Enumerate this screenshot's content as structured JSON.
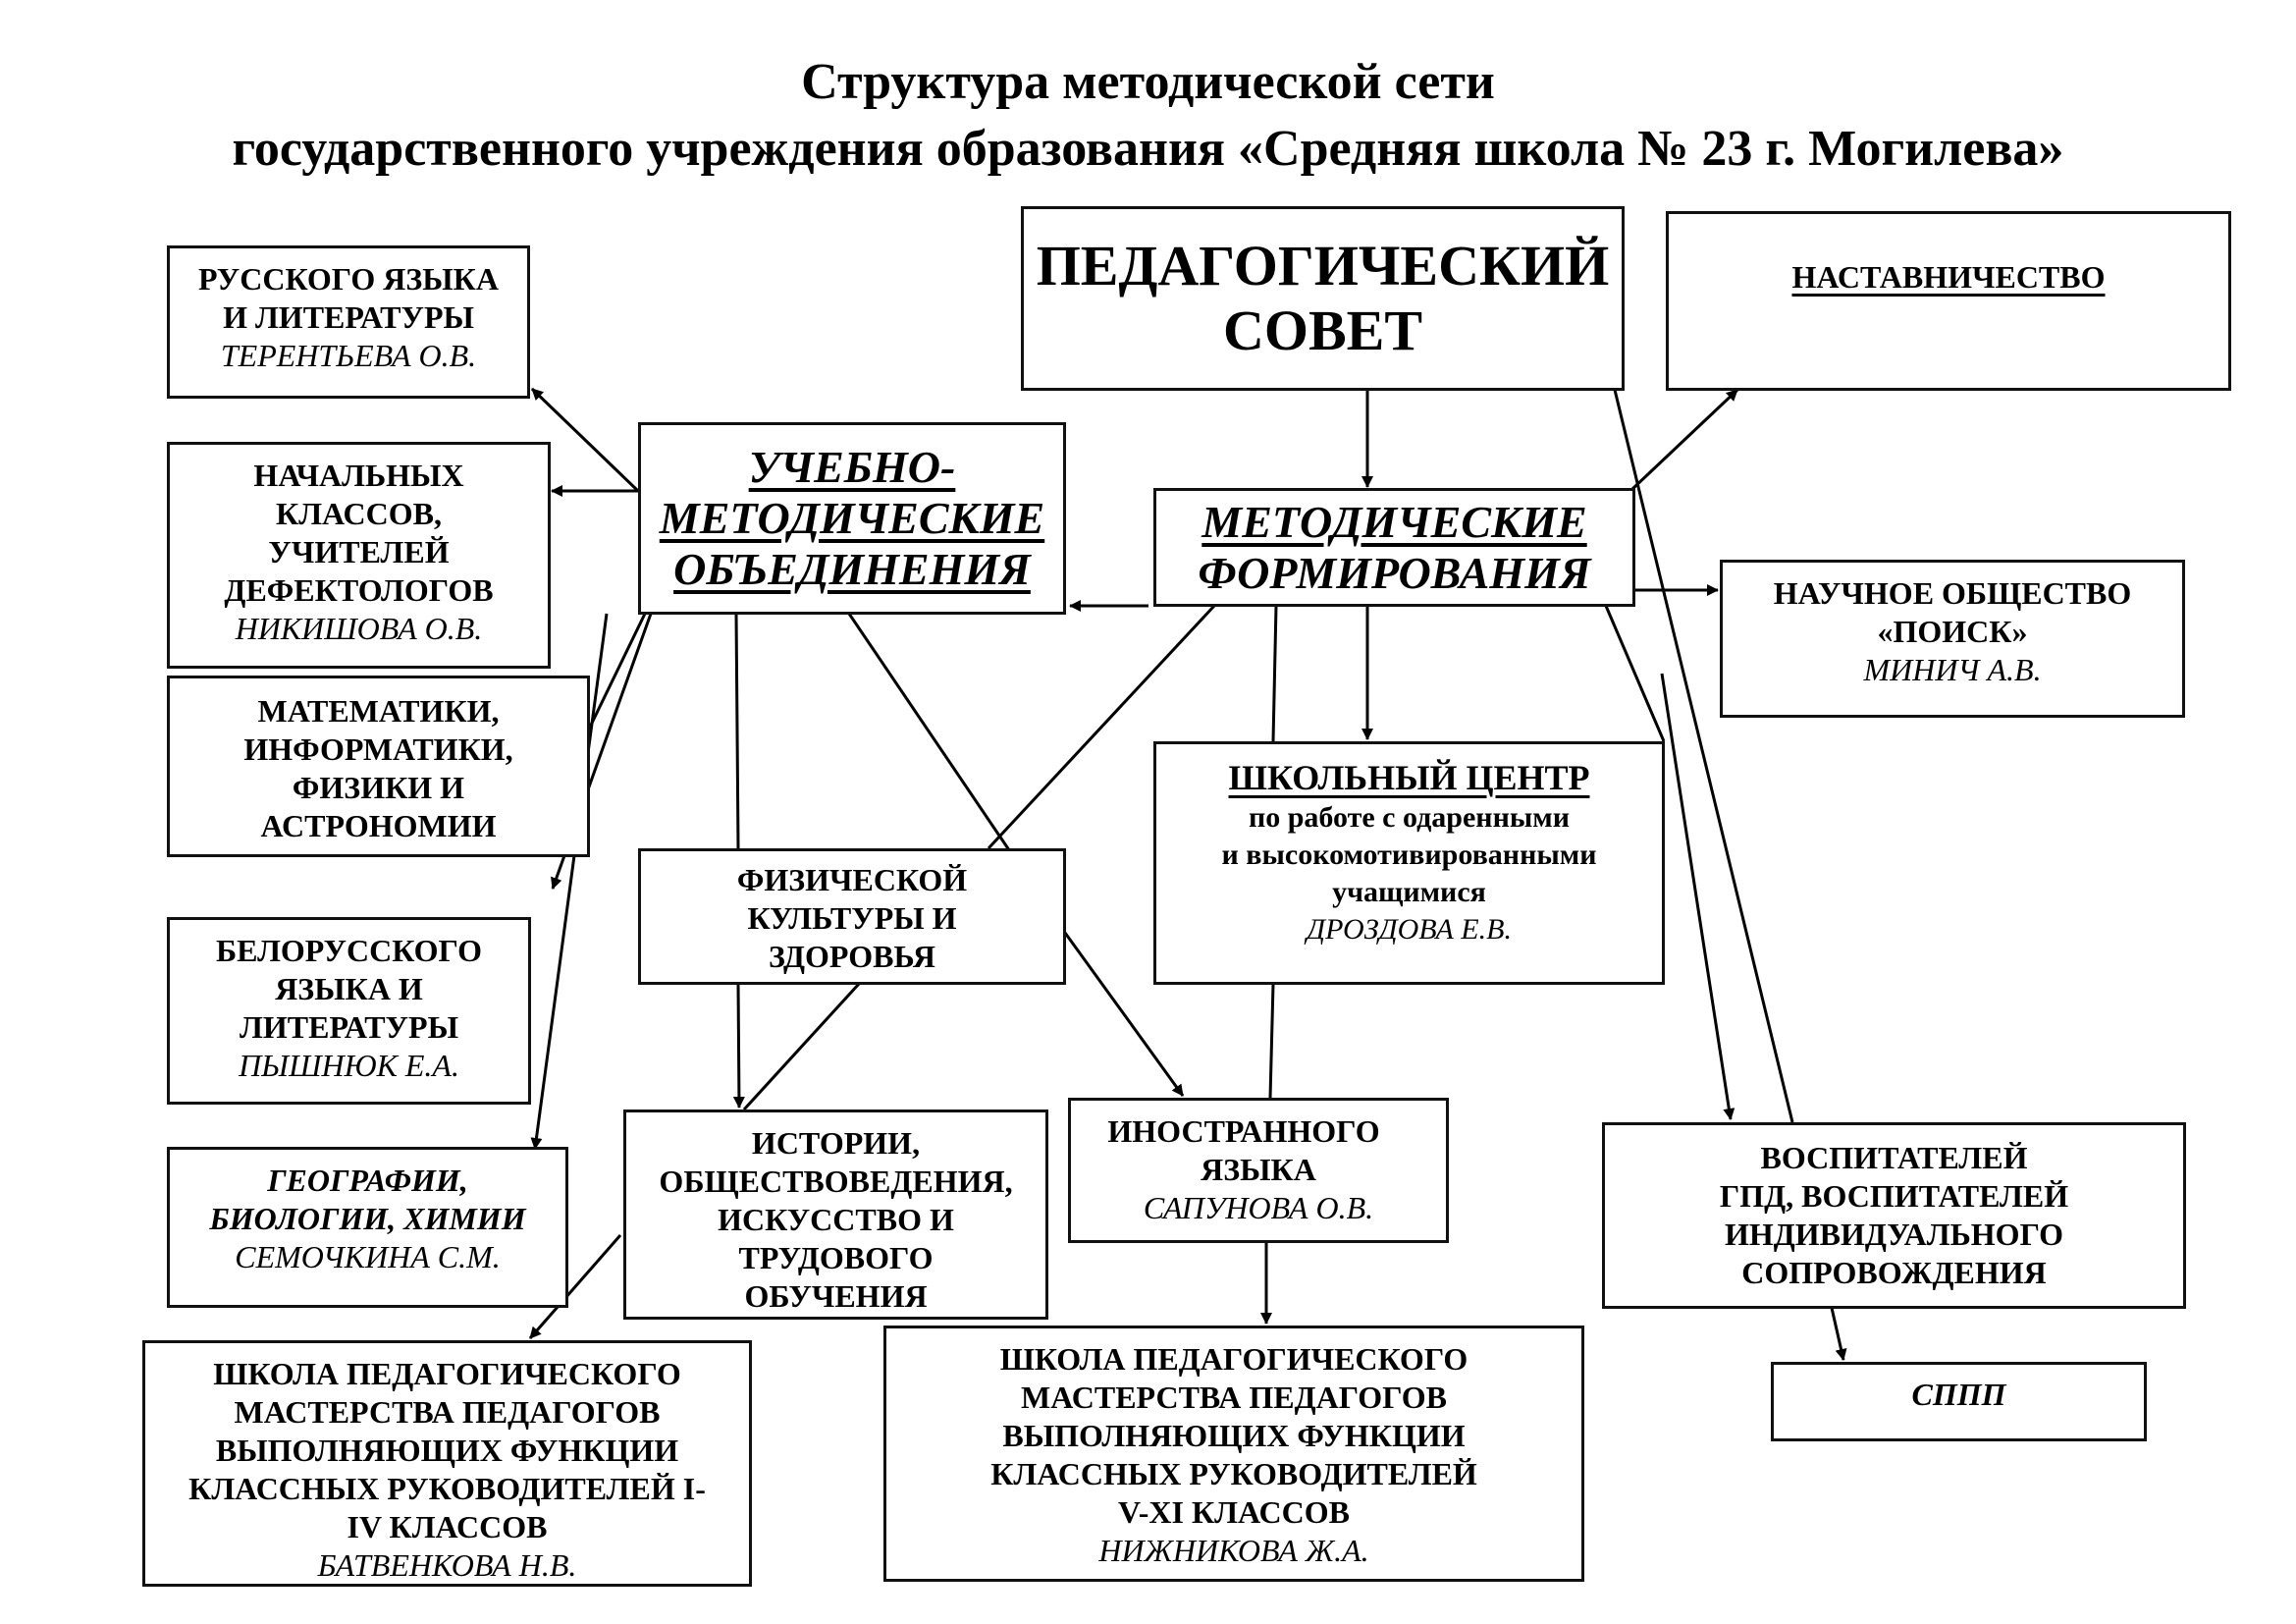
{
  "title": {
    "line1": "Структура методической сети",
    "line2": "государственного учреждения образования «Средняя школа № 23 г. Могилева»"
  },
  "nodes": {
    "ped_sovet": {
      "lines": [
        "ПЕДАГОГИЧЕСКИЙ",
        "СОВЕТ"
      ]
    },
    "nastavnichestvo": {
      "lines": [
        "НАСТАВНИЧЕСТВО"
      ]
    },
    "umo": {
      "lines": [
        "УЧЕБНО-",
        "МЕТОДИЧЕСКИЕ",
        "ОБЪЕДИНЕНИЯ"
      ]
    },
    "mf": {
      "lines": [
        "МЕТОДИЧЕСКИЕ",
        "ФОРМИРОВАНИЯ"
      ]
    },
    "russian": {
      "lines": [
        "РУССКОГО ЯЗЫКА",
        "И ЛИТЕРАТУРЫ"
      ],
      "head": "ТЕРЕНТЬЕВА О.В."
    },
    "primary": {
      "lines": [
        "НАЧАЛЬНЫХ",
        "КЛАССОВ,",
        "УЧИТЕЛЕЙ",
        "ДЕФЕКТОЛОГОВ"
      ],
      "head": "НИКИШОВА О.В."
    },
    "math": {
      "lines": [
        "МАТЕМАТИКИ,",
        "ИНФОРМАТИКИ,",
        "ФИЗИКИ И",
        "АСТРОНОМИИ"
      ]
    },
    "belarusian": {
      "lines": [
        "БЕЛОРУССКОГО",
        "ЯЗЫКА И",
        "ЛИТЕРАТУРЫ"
      ],
      "head": "ПЫШНЮК Е.А."
    },
    "geo": {
      "lines": [
        "ГЕОГРАФИИ,",
        "БИОЛОГИИ, ХИМИИ"
      ],
      "head": "СЕМОЧКИНА С.М."
    },
    "pe": {
      "lines": [
        "ФИЗИЧЕСКОЙ",
        "КУЛЬТУРЫ И",
        "ЗДОРОВЬЯ"
      ]
    },
    "history": {
      "lines": [
        "ИСТОРИИ,",
        "ОБЩЕСТВОВЕДЕНИЯ,",
        "ИСКУССТВО И",
        "ТРУДОВОГО",
        "ОБУЧЕНИЯ"
      ]
    },
    "foreign": {
      "lines": [
        "ИНОСТРАННОГО",
        "ЯЗЫКА"
      ],
      "head": "САПУНОВА О.В."
    },
    "science": {
      "lines": [
        "НАУЧНОЕ ОБЩЕСТВО",
        "«ПОИСК»"
      ],
      "head": "МИНИЧ А.В."
    },
    "gifted": {
      "heading": "ШКОЛЬНЫЙ ЦЕНТР",
      "lines": [
        "по работе с одаренными",
        "и высокомотивированными",
        "учащимися"
      ],
      "head": "ДРОЗДОВА Е.В."
    },
    "educators": {
      "lines": [
        "ВОСПИТАТЕЛЕЙ",
        "ГПД, ВОСПИТАТЕЛЕЙ",
        "ИНДИВИДУАЛЬНОГО",
        "СОПРОВОЖДЕНИЯ"
      ]
    },
    "sppp": {
      "lines": [
        "СППП"
      ]
    },
    "school14": {
      "lines": [
        "ШКОЛА ПЕДАГОГИЧЕСКОГО",
        "МАСТЕРСТВА ПЕДАГОГОВ",
        "ВЫПОЛНЯЮЩИХ ФУНКЦИИ",
        "КЛАССНЫХ РУКОВОДИТЕЛЕЙ I-",
        "IV КЛАССОВ"
      ],
      "head": "БАТВЕНКОВА Н.В."
    },
    "school511": {
      "lines": [
        "ШКОЛА ПЕДАГОГИЧЕСКОГО",
        "МАСТЕРСТВА ПЕДАГОГОВ",
        "ВЫПОЛНЯЮЩИХ ФУНКЦИИ",
        "КЛАССНЫХ РУКОВОДИТЕЛЕЙ",
        "V-XI КЛАССОВ"
      ],
      "head": "НИЖНИКОВА Ж.А."
    }
  },
  "connections": [
    {
      "from": "ped_sovet",
      "to": "mf",
      "arrow": true
    },
    {
      "from": "ped_sovet",
      "to": "educators",
      "arrow": false
    },
    {
      "from": "mf",
      "to": "umo",
      "arrow": true
    },
    {
      "from": "mf",
      "to": "nastavnichestvo",
      "arrow": true
    },
    {
      "from": "mf",
      "to": "science",
      "arrow": true
    },
    {
      "from": "mf",
      "to": "gifted",
      "arrow": true
    },
    {
      "from": "mf",
      "to": "educators",
      "arrow": true
    },
    {
      "from": "mf",
      "to": "pe",
      "arrow": false
    },
    {
      "from": "mf",
      "to": "foreign",
      "arrow": false
    },
    {
      "from": "umo",
      "to": "russian",
      "arrow": true
    },
    {
      "from": "umo",
      "to": "primary",
      "arrow": true
    },
    {
      "from": "umo",
      "to": "math",
      "arrow": true
    },
    {
      "from": "umo",
      "to": "belarusian",
      "arrow": true
    },
    {
      "from": "umo",
      "to": "geo",
      "arrow": true
    },
    {
      "from": "umo",
      "to": "history",
      "arrow": true
    },
    {
      "from": "umo",
      "to": "foreign",
      "arrow": true
    },
    {
      "from": "pe",
      "to": "school14",
      "arrow": true
    },
    {
      "from": "foreign",
      "to": "school511",
      "arrow": true
    },
    {
      "from": "educators",
      "to": "sppp",
      "arrow": true
    }
  ]
}
